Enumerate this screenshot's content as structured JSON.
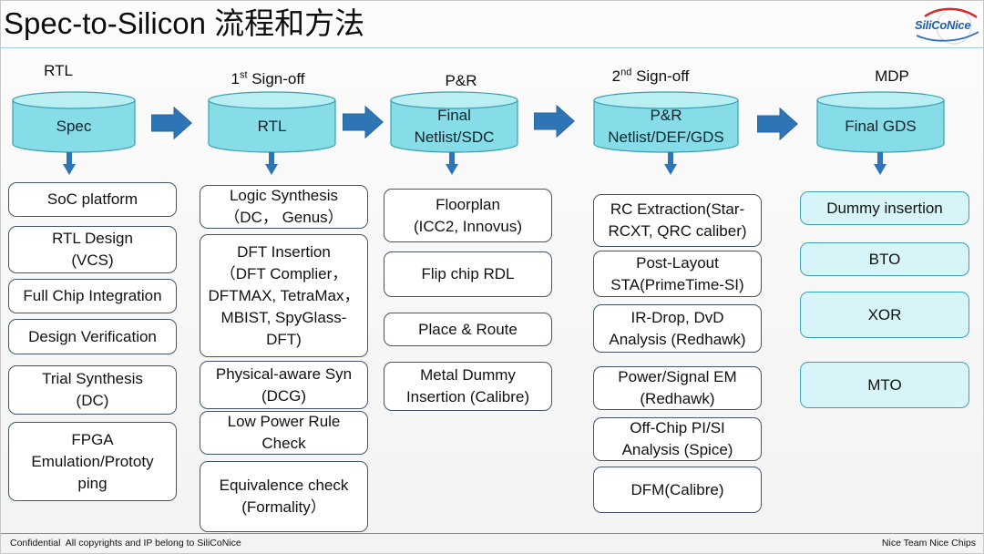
{
  "title": "Spec-to-Silicon 流程和方法",
  "logo": {
    "text": "SiliCoNice"
  },
  "stages": [
    {
      "header": {
        "label": "RTL"
      },
      "database": [
        "Spec"
      ],
      "tasks": [
        {
          "lines": [
            "SoC platform"
          ]
        },
        {
          "lines": [
            "RTL Design",
            "(VCS)"
          ]
        },
        {
          "lines": [
            "Full Chip Integration"
          ]
        },
        {
          "lines": [
            "Design Verification"
          ]
        },
        {
          "lines": [
            "Trial Synthesis",
            "(DC)"
          ]
        },
        {
          "lines": [
            "FPGA",
            "Emulation/Prototy",
            "ping"
          ]
        }
      ]
    },
    {
      "header": {
        "num": "1",
        "sup": "st",
        "label": " Sign-off"
      },
      "database": [
        "RTL"
      ],
      "tasks": [
        {
          "lines": [
            "Logic Synthesis",
            "（DC， Genus）"
          ]
        },
        {
          "lines": [
            "DFT Insertion",
            "（DFT Complier，",
            "DFTMAX, TetraMax，",
            "MBIST, SpyGlass-",
            "DFT)"
          ]
        },
        {
          "lines": [
            "Physical-aware Syn",
            "(DCG)"
          ]
        },
        {
          "lines": [
            "Low Power Rule",
            "Check"
          ]
        },
        {
          "lines": [
            "Equivalence check",
            "(Formality）"
          ]
        }
      ]
    },
    {
      "header": {
        "label": "P&R"
      },
      "database": [
        "Final",
        "Netlist/SDC"
      ],
      "tasks": [
        {
          "lines": [
            "Floorplan",
            "(ICC2, Innovus)"
          ]
        },
        {
          "lines": [
            "Flip chip RDL"
          ]
        },
        {
          "lines": [
            "Place & Route"
          ]
        },
        {
          "lines": [
            "Metal Dummy",
            "Insertion (Calibre)"
          ]
        }
      ]
    },
    {
      "header": {
        "num": "2",
        "sup": "nd",
        "label": " Sign-off"
      },
      "database": [
        "P&R",
        "Netlist/DEF/GDS"
      ],
      "tasks": [
        {
          "lines": [
            "RC Extraction(Star-",
            "RCXT, QRC caliber)"
          ]
        },
        {
          "lines": [
            "Post-Layout",
            "STA(PrimeTime-SI)"
          ]
        },
        {
          "lines": [
            "IR-Drop, DvD",
            "Analysis (Redhawk)"
          ]
        },
        {
          "lines": [
            "Power/Signal EM",
            "(Redhawk)"
          ]
        },
        {
          "lines": [
            "Off-Chip PI/SI",
            "Analysis (Spice)"
          ]
        },
        {
          "lines": [
            "DFM(Calibre)"
          ]
        }
      ]
    },
    {
      "header": {
        "label": "MDP"
      },
      "database": [
        "Final GDS"
      ],
      "tasks": [
        {
          "lines": [
            "Dummy insertion"
          ]
        },
        {
          "lines": [
            "BTO"
          ]
        },
        {
          "lines": [
            "XOR"
          ]
        },
        {
          "lines": [
            "MTO"
          ]
        }
      ]
    }
  ],
  "footer": {
    "left": "Confidential  All copyrights and IP belong to SiliCoNice",
    "right": "Nice Team Nice Chips"
  },
  "colors": {
    "flow_arrow": "#2e75b6",
    "database_fill": "#86dde7",
    "database_top": "#b9eff3",
    "task_border": "#44546a",
    "mdp_task_fill": "#d7f5f8",
    "logo_red": "#d42a2a",
    "logo_blue": "#1f5fae"
  }
}
